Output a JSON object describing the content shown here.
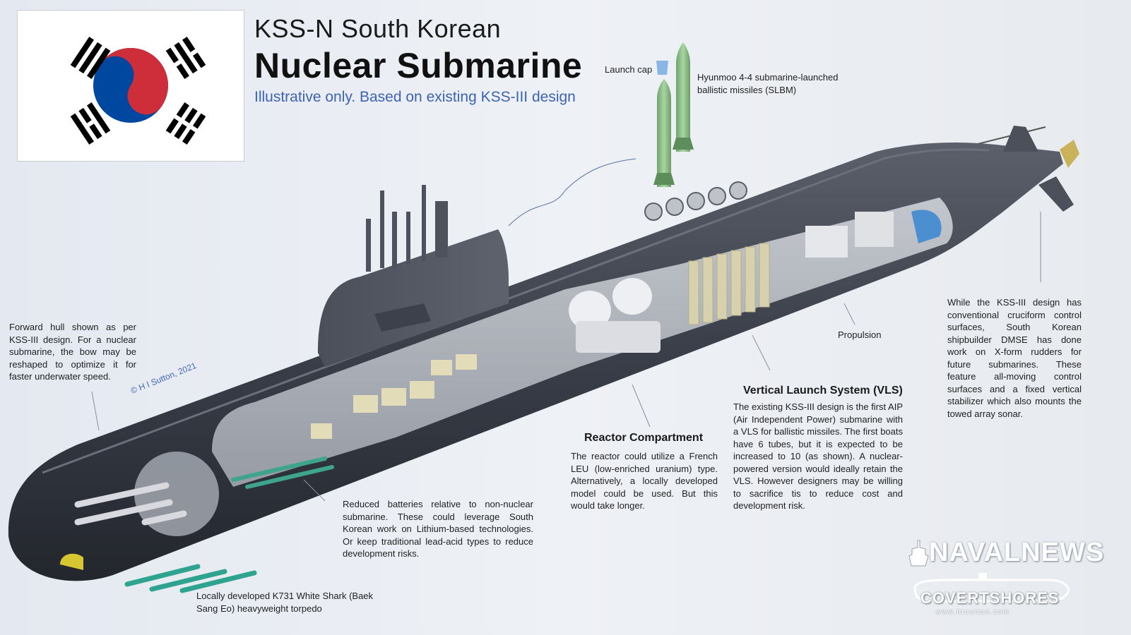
{
  "header": {
    "title_line1": "KSS-N South Korean",
    "title_line2": "Nuclear Submarine",
    "subtitle": "Illustrative only. Based on existing KSS-III design"
  },
  "colors": {
    "subtitle": "#3c63b5",
    "flag_red": "#cd2e3a",
    "flag_blue": "#0047a0",
    "hull": "#3a3f4a",
    "missile": "#8fbf8c"
  },
  "labels": {
    "launch_cap": "Launch cap",
    "slbm": "Hyunmoo 4-4 submarine-launched ballistic missiles (SLBM)",
    "propulsion": "Propulsion",
    "forward_hull": "Forward hull shown as per KSS-III design. For a nuclear submarine, the bow may be reshaped to optimize it for faster underwater speed.",
    "batteries": "Reduced batteries relative to non-nuclear submarine. These could leverage South Korean work on Lithium-based technologies. Or keep traditional lead-acid types to reduce development risks.",
    "torpedo": "Locally developed K731 White Shark (Baek Sang Eo) heavyweight torpedo",
    "control_surfaces": "While the KSS-III design has conventional cruciform control surfaces, South Korean shipbuilder DMSE has done work on X-form rudders for future submarines. These feature all-moving control surfaces and a fixed vertical stabilizer which also mounts the towed array sonar."
  },
  "sections": {
    "reactor": {
      "heading": "Reactor Compartment",
      "body": "The reactor could utilize a French LEU (low-enriched uranium) type. Alternatively, a locally developed model could be used. But this would take longer."
    },
    "vls": {
      "heading": "Vertical Launch System (VLS)",
      "body": "The existing KSS-III design is the first AIP (Air Independent Power) submarine with a VLS for ballistic missiles. The first boats have 6 tubes, but it is expected to be increased to 10 (as shown). A nuclear-powered version would ideally retain the VLS. However designers may be willing to sacrifice tis to reduce cost and development risk."
    }
  },
  "credits": {
    "copyright": "© H I Sutton, 2021",
    "logo_navalnews": "NAVALNEWS",
    "logo_covertshores": "COVERTSHORES",
    "covertshores_url": "www.hisutton.com"
  }
}
